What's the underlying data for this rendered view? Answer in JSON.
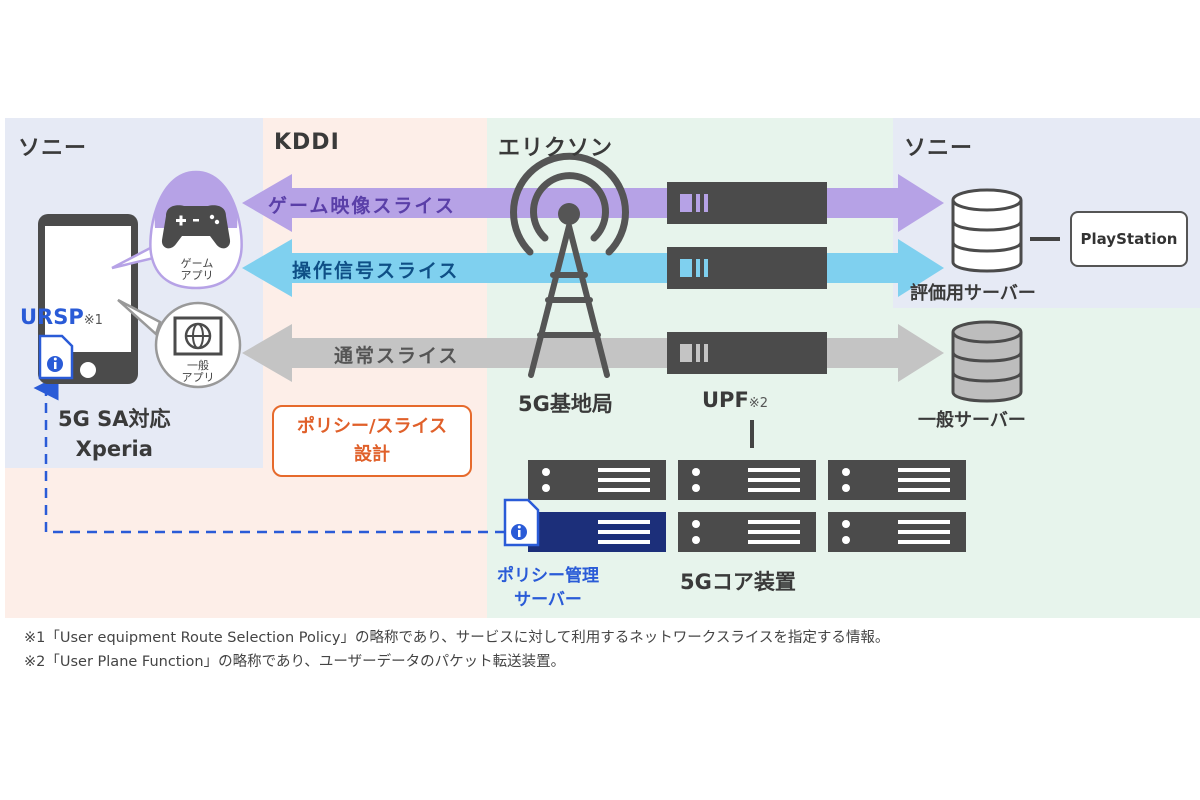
{
  "zones": {
    "sony_left": "ソニー",
    "kddi": "KDDI",
    "ericsson": "エリクソン",
    "sony_right": "ソニー"
  },
  "slices": {
    "game": "ゲーム映像スライス",
    "control": "操作信号スライス",
    "normal": "通常スライス"
  },
  "device": {
    "ursp": "URSP",
    "ursp_note": "※1",
    "game_app_line1": "ゲーム",
    "game_app_line2": "アプリ",
    "general_app_line1": "一般",
    "general_app_line2": "アプリ",
    "name_line1": "5G SA対応",
    "name_line2": "Xperia"
  },
  "network": {
    "base_station": "5G基地局",
    "upf": "UPF",
    "upf_note": "※2",
    "core": "5Gコア装置",
    "policy_server_line1": "ポリシー管理",
    "policy_server_line2": "サーバー"
  },
  "policy_box": {
    "line1": "ポリシー/スライス",
    "line2": "設計"
  },
  "servers": {
    "eval": "評価用サーバー",
    "general": "一般サーバー",
    "playstation": "PlayStation"
  },
  "footnotes": {
    "note1": "※1「User equipment Route Selection Policy」の略称であり、サービスに対して利用するネットワークスライスを指定する情報。",
    "note2": "※2「User Plane Function」の略称であり、ユーザーデータのパケット転送装置。"
  },
  "colors": {
    "sony_bg": "#e6eaf5",
    "kddi_bg": "#fdeee8",
    "ericsson_bg": "#e7f4ec",
    "game_arrow": "#b6a2e6",
    "control_arrow": "#7fd0ef",
    "normal_arrow": "#c4c4c4",
    "policy_orange": "#e66a2c",
    "policy_blue": "#2a5bd7"
  }
}
